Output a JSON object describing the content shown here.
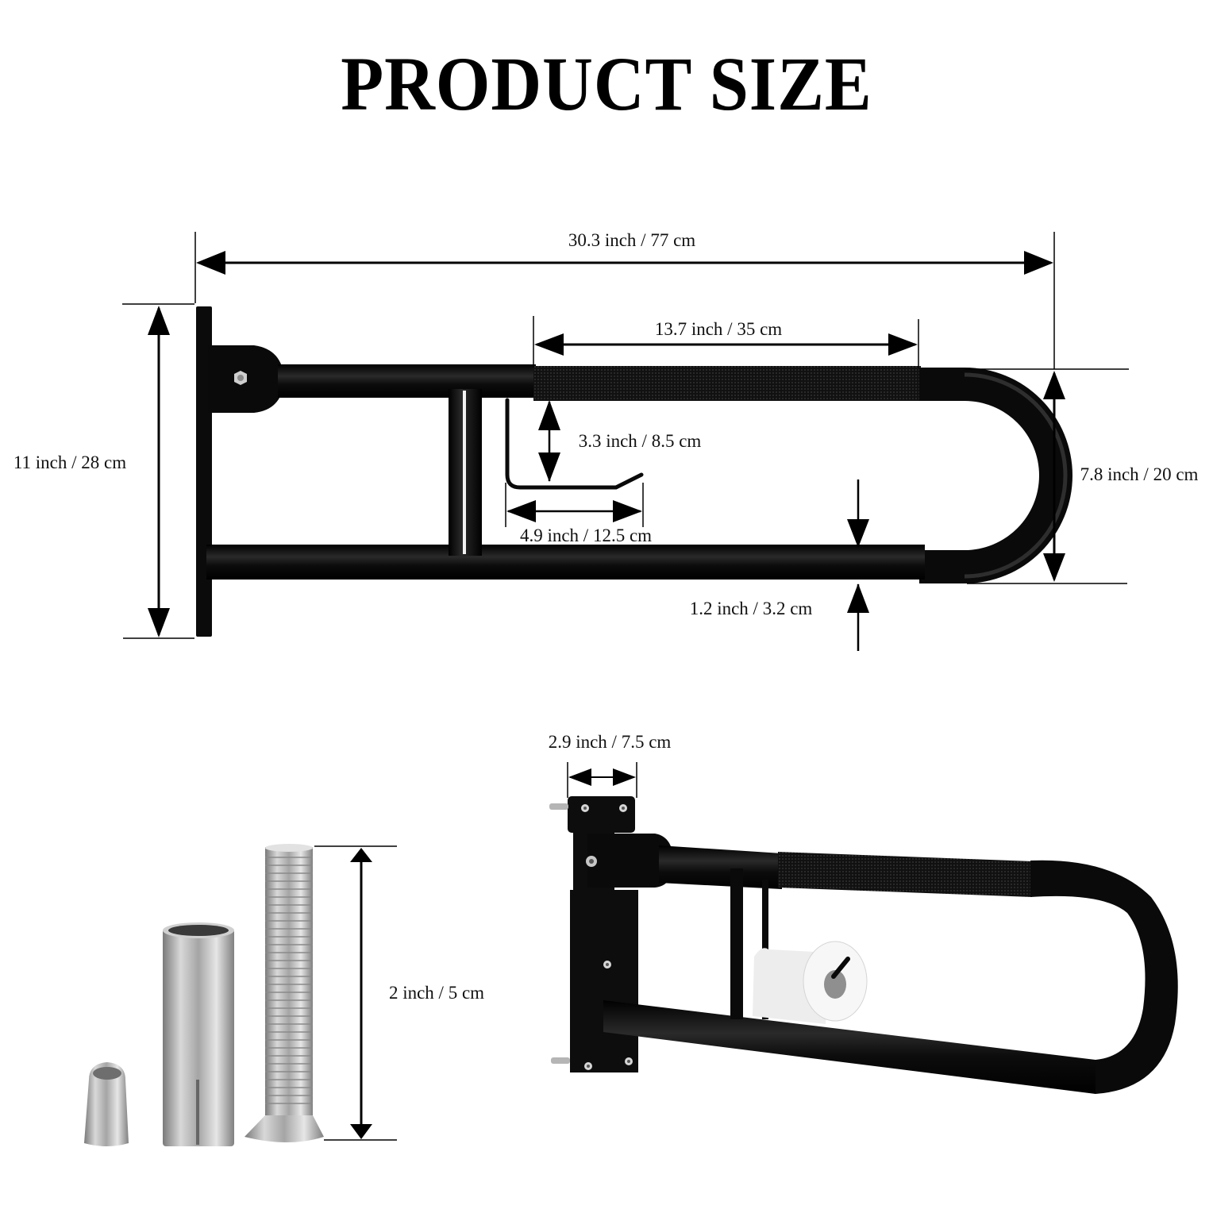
{
  "title": "PRODUCT SIZE",
  "main_diagram": {
    "dimensions": {
      "overall_length": "30.3 inch / 77 cm",
      "grip_length": "13.7 inch / 35 cm",
      "overall_height": "11 inch / 28 cm",
      "holder_height": "3.3 inch / 8.5 cm",
      "holder_width": "4.9 inch / 12.5 cm",
      "bar_span": "7.8 inch / 20 cm",
      "tube_diameter": "1.2 inch / 3.2 cm"
    }
  },
  "mount_diagram": {
    "dimensions": {
      "plate_width": "2.9 inch / 7.5 cm"
    }
  },
  "hardware_diagram": {
    "items": [
      "expansion-nut",
      "expansion-sleeve",
      "countersunk-bolt"
    ],
    "dimensions": {
      "bolt_length": "2 inch / 5 cm"
    }
  },
  "colors": {
    "product": "#0a0a0a",
    "metal": "#b8b8b8",
    "line": "#000000",
    "background": "#ffffff"
  }
}
